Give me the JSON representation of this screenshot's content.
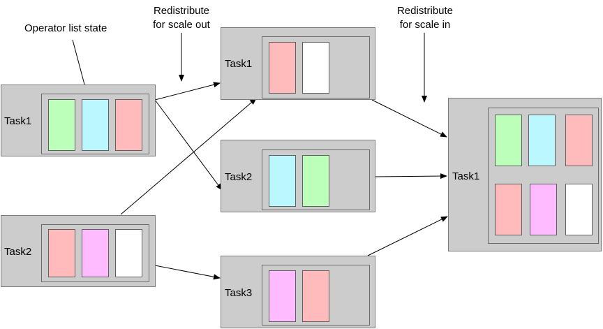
{
  "annotations": {
    "operator_list_state": "Operator list state",
    "scale_out_line1": "Redistribute",
    "scale_out_line2": "for scale out",
    "scale_in_line1": "Redistribute",
    "scale_in_line2": "for scale in"
  },
  "colors": {
    "green": "#bbffbb",
    "cyan": "#bbf7ff",
    "pink": "#ffbbbb",
    "magenta": "#ffbbff",
    "white": "#ffffff",
    "task_fill": "#cccccc"
  },
  "initial": {
    "task1": {
      "label": "Task1",
      "states": [
        "green",
        "cyan",
        "pink"
      ]
    },
    "task2": {
      "label": "Task2",
      "states": [
        "pink",
        "magenta",
        "white"
      ]
    }
  },
  "scaled_out": {
    "task1": {
      "label": "Task1",
      "states": [
        "pink",
        "white"
      ]
    },
    "task2": {
      "label": "Task2",
      "states": [
        "cyan",
        "green"
      ]
    },
    "task3": {
      "label": "Task3",
      "states": [
        "magenta",
        "pink"
      ]
    }
  },
  "scaled_in": {
    "task1": {
      "label": "Task1",
      "states": [
        "green",
        "cyan",
        "pink",
        "pink",
        "magenta",
        "white"
      ]
    }
  }
}
